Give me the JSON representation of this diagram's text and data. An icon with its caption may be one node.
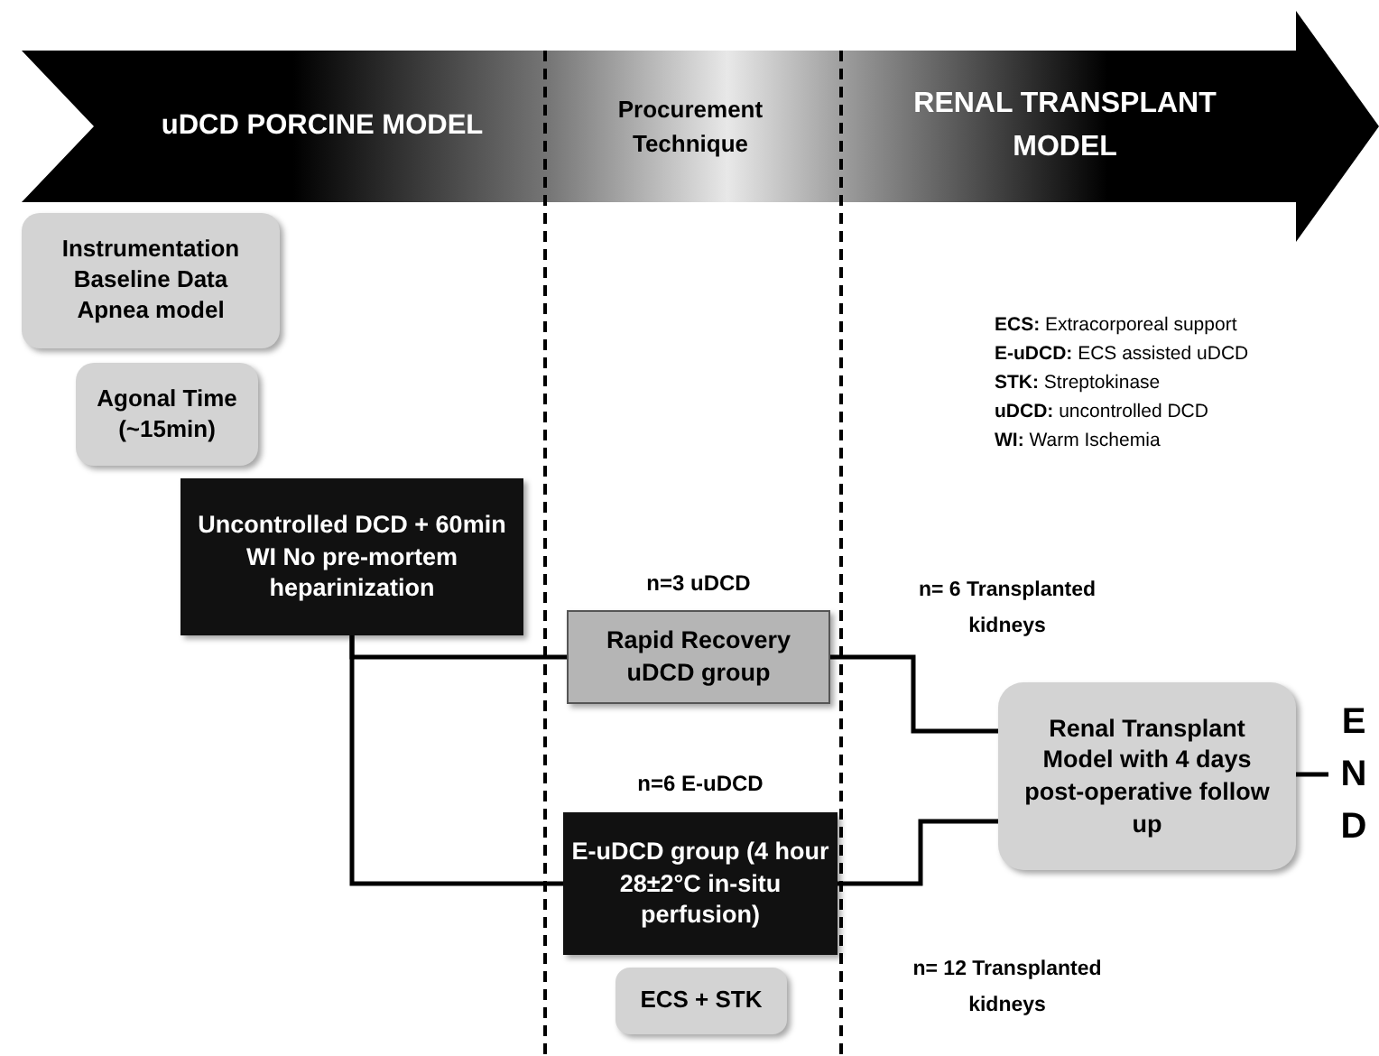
{
  "diagram": {
    "nodes": [
      {
        "text": [
          "Instrumentation Baseline Data Apnea model"
        ]
      },
      {
        "text": [
          "Agonal Time (~15min)"
        ]
      },
      {
        "text": [
          "Uncontrolled DCD + 60min WI  No pre-mortem heparinization"
        ]
      },
      {
        "text": [
          "Rapid Recovery uDCD group"
        ],
        "beside": [
          "n=3 uDCD"
        ]
      },
      {
        "text": [
          "E-uDCD group (4 hour 28±2°C in-situ perfusion)"
        ],
        "beside": [
          "n=6 E-uDCD"
        ]
      },
      {
        "text": [
          "ECS + STK"
        ]
      },
      {
        "text": [
          "Renal Transplant Model with 4 days post-operative follow up"
        ]
      },
      {
        "text": [
          "E N D"
        ]
      }
    ],
    "edges": [
      {
        "from": 2,
        "to": 3,
        "arrow": "none"
      },
      {
        "from": 2,
        "to": 4,
        "arrow": "none"
      },
      {
        "from": 3,
        "to": 6,
        "arrow": "none",
        "label": "n= 6 Transplanted  kidneys"
      },
      {
        "from": 4,
        "to": 6,
        "arrow": "none",
        "label": "n= 12 Transplanted  kidneys"
      },
      {
        "from": 6,
        "to": 7,
        "arrow": "none"
      }
    ],
    "labels": [
      "uDCD PORCINE MODEL",
      "Procurement Technique",
      "RENAL TRANSPLANT MODEL",
      "**ECS:** Extracorporeal support",
      "**E-uDCD:** ECS assisted uDCD",
      "**STK:** Streptokinase",
      "**uDCD:** uncontrolled DCD",
      "**WI:** Warm Ischemia"
    ]
  }
}
